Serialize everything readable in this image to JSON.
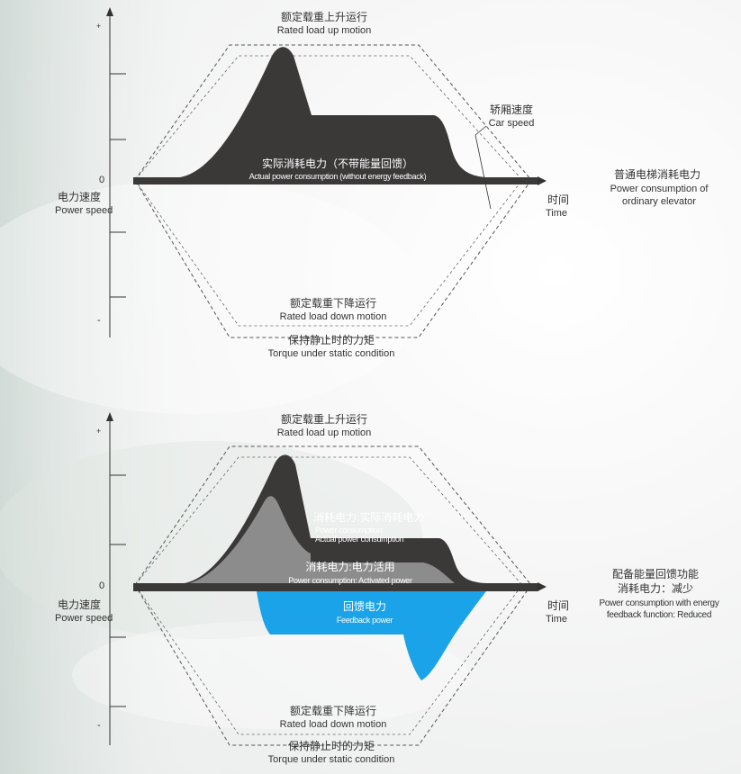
{
  "panel_top": {
    "axis_plus": "+",
    "axis_minus": "-",
    "zero": "0",
    "y_label_cn": "电力速度",
    "y_label_en": "Power speed",
    "x_label_cn": "时间",
    "x_label_en": "Time",
    "up_cn": "额定载重上升运行",
    "up_en": "Rated load up motion",
    "down_cn": "额定载重下降运行",
    "down_en": "Rated load down motion",
    "static_cn": "保持静止时的力矩",
    "static_en": "Torque under static condition",
    "car_speed_cn": "轿厢速度",
    "car_speed_en": "Car speed",
    "actual_cn": "实际消耗电力（不带能量回馈）",
    "actual_en": "Actual power consumption (without energy feedback)",
    "side_cn": "普通电梯消耗电力",
    "side_en_1": "Power consumption of",
    "side_en_2": "ordinary elevator"
  },
  "panel_bottom": {
    "axis_plus": "+",
    "axis_minus": "-",
    "zero": "0",
    "y_label_cn": "电力速度",
    "y_label_en": "Power speed",
    "x_label_cn": "时间",
    "x_label_en": "Time",
    "up_cn": "额定载重上升运行",
    "up_en": "Rated load up motion",
    "down_cn": "额定载重下降运行",
    "down_en": "Rated load down motion",
    "static_cn": "保持静止时的力矩",
    "static_en": "Torque under static condition",
    "consumption_cn": "消耗电力:实际消耗电力",
    "consumption_en_1": "Power consumption:",
    "consumption_en_2": "Actual power consumption",
    "activated_cn": "消耗电力:电力活用",
    "activated_en": "Power consumption:  Activated power",
    "feedback_cn": "回馈电力",
    "feedback_en": "Feedback power",
    "side_cn_1": "配备能量回馈功能",
    "side_cn_2": "消耗电力：减少",
    "side_en_1": "Power consumption with energy",
    "side_en_2": "feedback function: Reduced"
  },
  "colors": {
    "dark_fill": "#3b3838",
    "gray_fill": "#8c8c8c",
    "feedback_fill": "#1aa3e8",
    "dashed": "#555555"
  }
}
